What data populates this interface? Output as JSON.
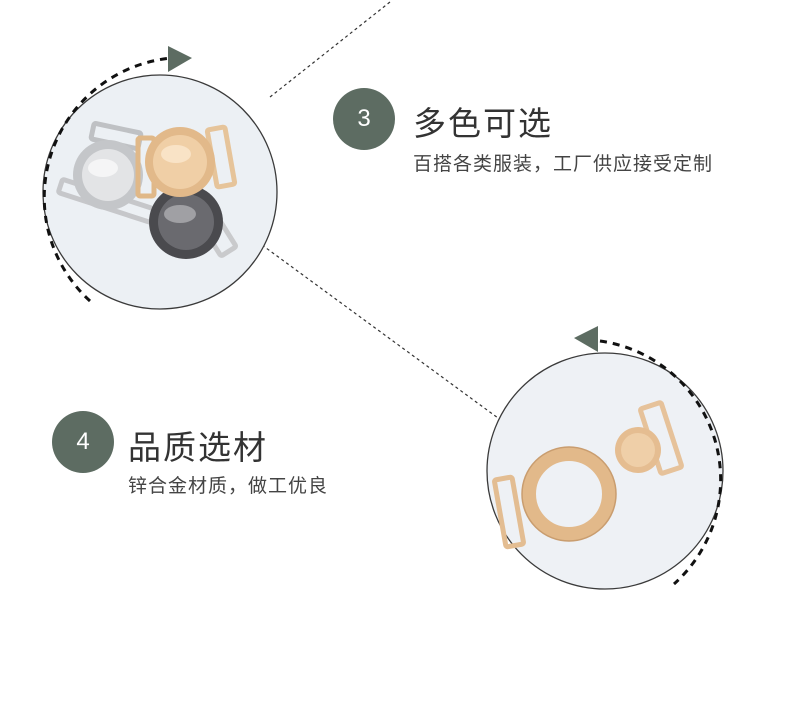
{
  "colors": {
    "badge": "#5d6c62",
    "title": "#333333",
    "description": "#444444",
    "arrow": "#5d6c62",
    "gold": "#e2b98a",
    "silver": "#c9cacc",
    "gunmetal": "#5a5a5e"
  },
  "features": [
    {
      "number": "3",
      "title": "多色可选",
      "description": "百搭各类服装，工厂供应接受定制"
    },
    {
      "number": "4",
      "title": "品质选材",
      "description": "锌合金材质，做工优良"
    }
  ],
  "images": {
    "top": "three-color-buckles",
    "bottom": "gold-round-buckle"
  },
  "icons": [
    "dashed-arc-arrow-icon",
    "dashed-arc-arrow-icon"
  ]
}
